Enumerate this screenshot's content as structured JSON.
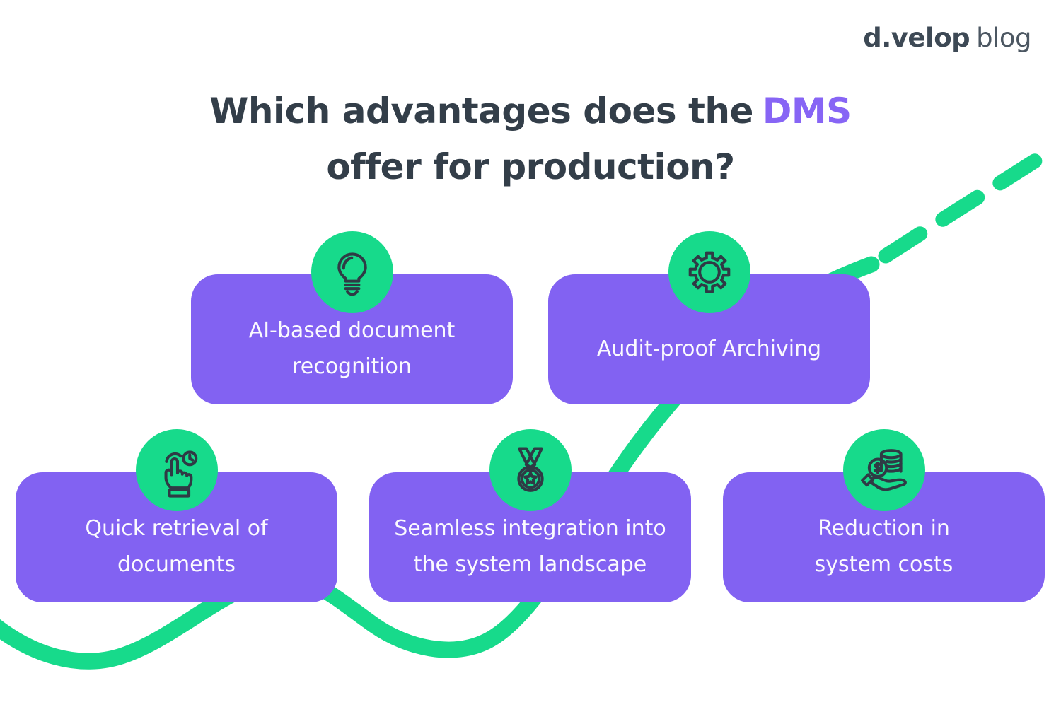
{
  "logo": {
    "brand": "d.velop",
    "suffix": "blog"
  },
  "title": {
    "prefix": "Which advantages does the",
    "highlight": "DMS",
    "line2": "offer for production?"
  },
  "colors": {
    "box_purple": "#8262F2",
    "highlight_purple": "#8765F5",
    "green": "#17DA8B",
    "dark_navy": "#333E49",
    "card_text": "#FBFAFE"
  },
  "cards": [
    {
      "id": "ai-document-recognition",
      "label": "AI-based document recognition",
      "icon": "lightbulb-icon"
    },
    {
      "id": "audit-proof-archiving",
      "label": "Audit-proof Archiving",
      "icon": "gear-icon"
    },
    {
      "id": "quick-retrieval",
      "label": "Quick retrieval of documents",
      "icon": "tap-clock-icon"
    },
    {
      "id": "seamless-integration",
      "label": "Seamless integration into the system landscape",
      "icon": "medal-icon"
    },
    {
      "id": "cost-reduction",
      "label": "Reduction in system costs",
      "icon": "coins-hand-icon"
    }
  ]
}
